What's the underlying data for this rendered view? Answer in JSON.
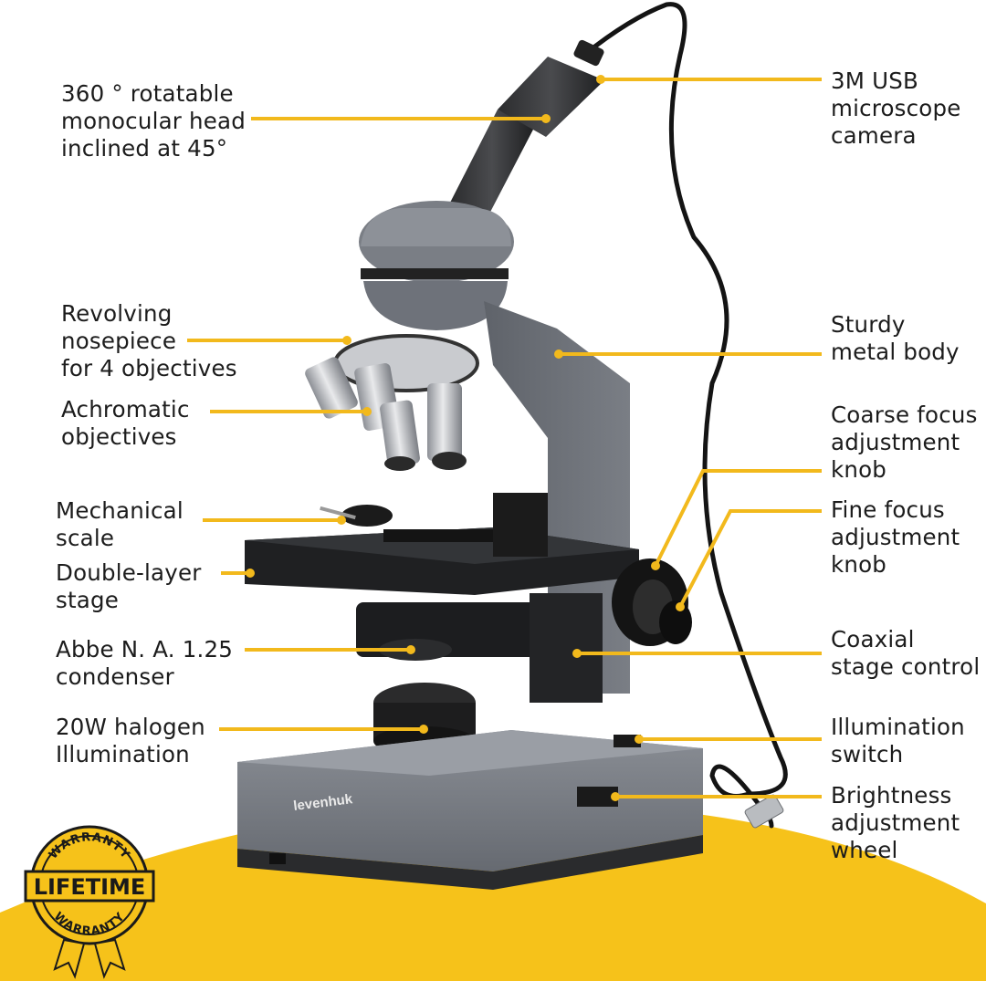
{
  "labels": {
    "monocular_head": [
      "360 ° rotatable",
      "monocular head",
      "inclined at 45°"
    ],
    "camera": [
      "3M USB",
      "microscope",
      "camera"
    ],
    "nosepiece": [
      "Revolving",
      "nosepiece",
      "for 4 objectives"
    ],
    "metal_body": [
      "Sturdy",
      "metal body"
    ],
    "objectives": [
      "Achromatic",
      "objectives"
    ],
    "coarse_focus": [
      "Coarse focus",
      "adjustment",
      "knob"
    ],
    "mechanical_scale": [
      "Mechanical",
      "scale"
    ],
    "fine_focus": [
      "Fine focus",
      "adjustment",
      "knob"
    ],
    "stage": [
      "Double-layer",
      "stage"
    ],
    "condenser": [
      "Abbe N. A. 1.25",
      "condenser"
    ],
    "stage_control": [
      "Coaxial",
      "stage control"
    ],
    "halogen": [
      "20W halogen",
      "Illumination"
    ],
    "illumination_switch": [
      "Illumination",
      "switch"
    ],
    "brightness_wheel": [
      "Brightness",
      "adjustment",
      "wheel"
    ]
  },
  "brand_mark": "levenhuk",
  "badge": {
    "top_text": "WARRANTY",
    "main_text": "LIFETIME",
    "bottom_text": "WARRANTY"
  },
  "colors": {
    "accent_yellow": "#F6C21A",
    "leader_line": "#F2B91C",
    "microscope_gray": "#6E737A",
    "text": "#1C1C1C"
  }
}
